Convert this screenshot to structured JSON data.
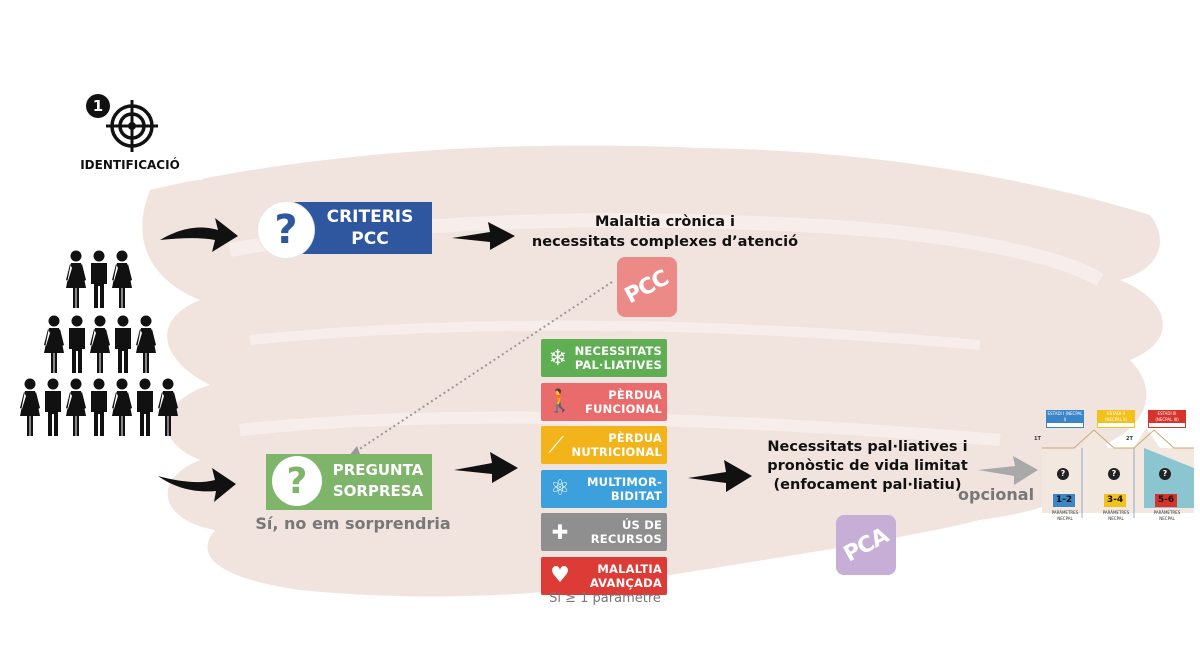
{
  "step": {
    "number": "1",
    "label": "IDENTIFICACIÓ",
    "icon": "target-icon"
  },
  "criteris": {
    "line1": "CRITERIS",
    "line2": "PCC",
    "color": "#2e57a0"
  },
  "cronica": {
    "line1": "Malaltia crònica i",
    "line2": "necessitats complexes d’atenció"
  },
  "pcc_tag": {
    "text": "PCC",
    "color": "#ec8a88"
  },
  "pregunta": {
    "line1": "PREGUNTA",
    "line2": "SORPRESA",
    "caption": "Sí, no em sorprendria",
    "color": "#7fb56a"
  },
  "parameters": {
    "items": [
      {
        "line1": "NECESSITATS",
        "line2": "PAL·LIATIVES",
        "color": "#5fae53",
        "icon": "snowflake-icon"
      },
      {
        "line1": "PÈRDUA",
        "line2": "FUNCIONAL",
        "color": "#ea6b6b",
        "icon": "elderly-walker-icon"
      },
      {
        "line1": "PÈRDUA",
        "line2": "NUTRICIONAL",
        "color": "#f2b41a",
        "icon": "spoon-icon"
      },
      {
        "line1": "MULTIMOR-",
        "line2": "BIDITAT",
        "color": "#3ba0dc",
        "icon": "atom-icon"
      },
      {
        "line1": "ÚS DE",
        "line2": "RECURSOS",
        "color": "#8f8f8f",
        "icon": "medical-cross-icon"
      },
      {
        "line1": "MALALTIA",
        "line2": "AVANÇADA",
        "color": "#dc3b36",
        "icon": "organs-icon"
      }
    ],
    "caption": "Si ≥ 1 paràmetre"
  },
  "paliatives": {
    "line1": "Necessitats pal·liatives i",
    "line2": "pronòstic de vida limitat",
    "line3": "(enfocament pal·liatiu)"
  },
  "pca_tag": {
    "text": "PCA",
    "color": "#c6aed6"
  },
  "opcional": "opcional",
  "necpal": {
    "left_label": "1T",
    "right_label": "2T",
    "stages": [
      {
        "header": "ESTADI I (NECPAL I)",
        "color": "#3a86c8",
        "range": "1-2",
        "caption": "PARÀMETRES NECPAL"
      },
      {
        "header": "ESTADI II (NECPAL II)",
        "color": "#f2c21a",
        "range": "3-4",
        "caption": "PARÀMETRES NECPAL"
      },
      {
        "header": "ESTADI III (NECPAL III)",
        "color": "#d8322b",
        "range": "5-6",
        "caption": "PARÀMETRES NECPAL"
      }
    ]
  }
}
